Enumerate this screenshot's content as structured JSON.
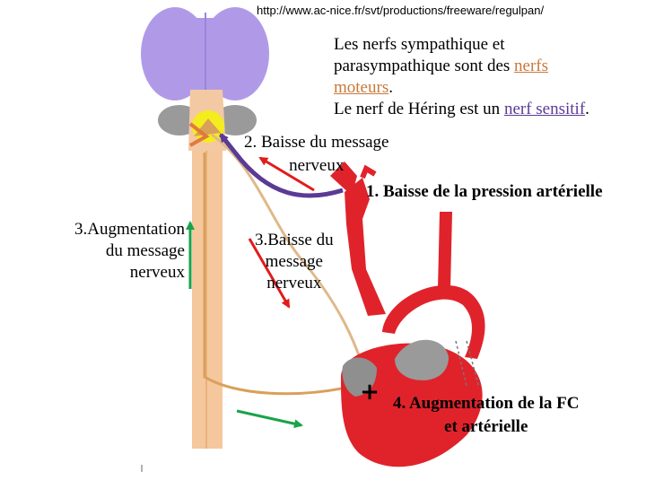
{
  "url_text": "http://www.ac-nice.fr/svt/productions/freeware/regulpan/",
  "info": {
    "line1": "Les nerfs sympathique et",
    "line2_prefix": "parasympathique sont des ",
    "link_moteurs_a": "nerfs",
    "link_moteurs_b": "moteurs",
    "period": ".",
    "line4_prefix": "Le nerf de Héring est un ",
    "link_sensitif": "nerf sensitif",
    "period2": "."
  },
  "labels": {
    "step2_a": "2. Baisse du message",
    "step2_b": "nerveux",
    "step1": "1. Baisse de la pression artérielle",
    "step3_left_a": "3.Augmentation",
    "step3_left_b": "du message",
    "step3_left_c": "nerveux",
    "step3_mid_a": "3.Baisse du",
    "step3_mid_b": "message",
    "step3_mid_c": "nerveux",
    "step4_a": "4. Augmentation de la FC",
    "step4_b": "et artérielle",
    "plus_sign": "+"
  },
  "colors": {
    "brain": "#b09ae8",
    "brainstem": "#f3c9a3",
    "spinal_cord": "#f5c79c",
    "nerve_tan": "#d9a05a",
    "sensory_nerve": "#5b3a96",
    "artery_red": "#e0232b",
    "heart_gray": "#9a9a9a",
    "arrow_red": "#e31b1b",
    "arrow_green": "#1aa34a",
    "highlight_yellow": "#f4ec1c"
  }
}
